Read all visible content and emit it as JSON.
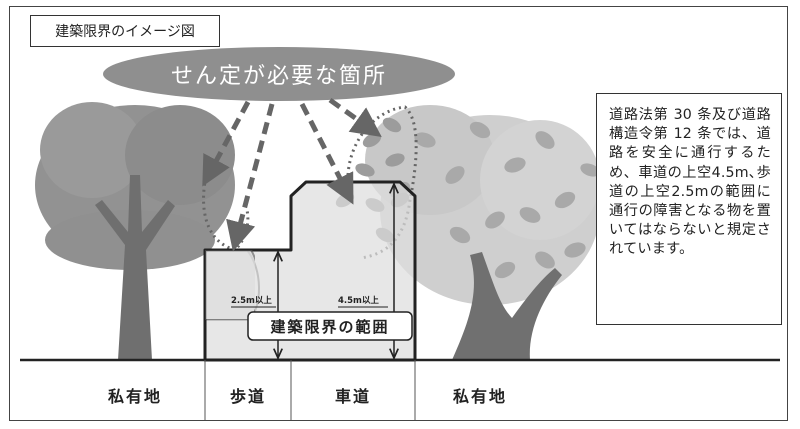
{
  "title": "建築限界のイメージ図",
  "pruning_label": "せん定が必要な箇所",
  "note": "道路法第 30 条及び道路構造令第 12 条では、道路を安全に通行するため、車道の上空4.5m､歩道の上空2.5mの範囲に通行の障害となる物を置いてはならないと規定されています。",
  "envelope_label": "建築限界の範囲",
  "sidewalk_height": "2.5m以上",
  "roadway_height": "4.5m以上",
  "zones": {
    "private_left": "私有地",
    "sidewalk": "歩道",
    "roadway": "車道",
    "private_right": "私有地"
  },
  "colors": {
    "ellipse_fill": "#8f8f8f",
    "tree_dark": "#8a8a8a",
    "tree_light": "#d0d0d0",
    "envelope_fill": "#d9d9d9",
    "arrow": "#666666"
  }
}
